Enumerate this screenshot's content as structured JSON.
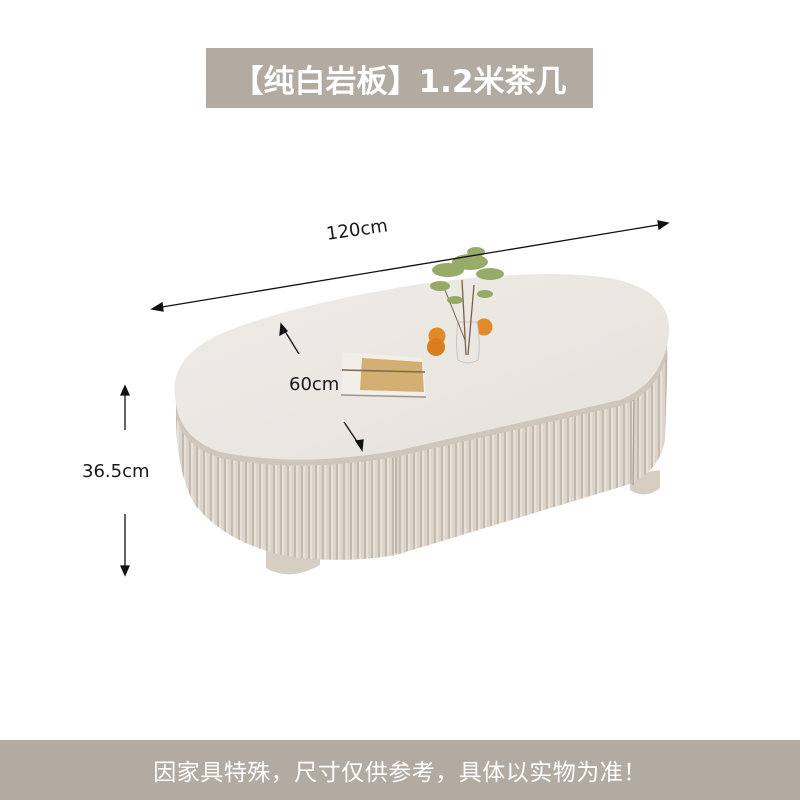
{
  "header": {
    "title": "【纯白岩板】1.2米茶几"
  },
  "product_image": {
    "subject": "coffee-table",
    "colors": {
      "top": "#ebe7e2",
      "body": "#d8d0c6",
      "banner": "#b3aaa2",
      "orange": "#e08a2a",
      "foliage": "#8ca45a"
    },
    "dimensions": {
      "width_label": "120cm",
      "depth_label": "60cm",
      "height_label": "36.5cm"
    }
  },
  "footer": {
    "disclaimer": "因家具特殊，尺寸仅供参考，具体以实物为准！"
  }
}
